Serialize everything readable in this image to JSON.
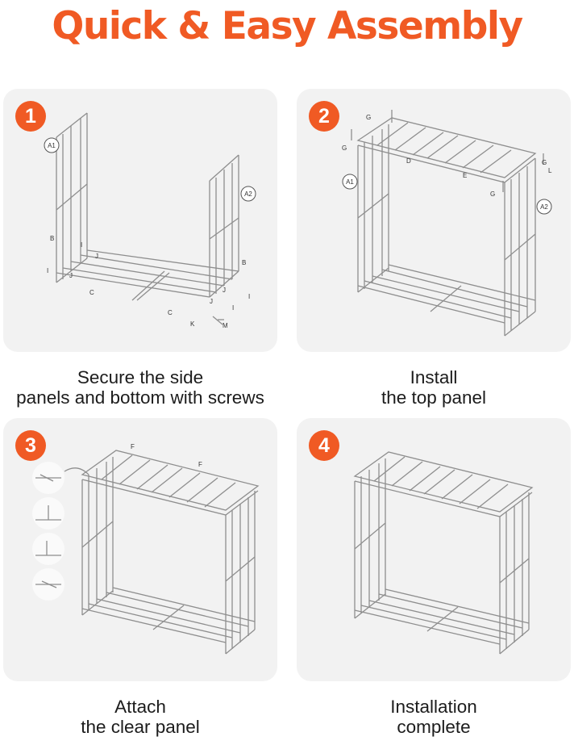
{
  "header": {
    "title": "Quick & Easy Assembly"
  },
  "colors": {
    "accent": "#f05a24",
    "panel_bg": "#f2f2f2",
    "text": "#1c1c1c"
  },
  "steps": [
    {
      "number": "1",
      "caption_line1": "Secure the side",
      "caption_line2": "panels and bottom with screws",
      "part_labels": {
        "a1": "A1",
        "a2": "A2",
        "b1": "B",
        "b2": "B",
        "c1": "C",
        "c2": "C",
        "i1": "I",
        "i2": "I",
        "i3": "I",
        "i4": "I",
        "j1": "J",
        "j2": "J",
        "j3": "J",
        "j4": "J",
        "k": "K",
        "m": "M"
      }
    },
    {
      "number": "2",
      "caption_line1": "Install",
      "caption_line2": "the top panel",
      "part_labels": {
        "a1": "A1",
        "a2": "A2",
        "d": "D",
        "e": "E",
        "g1": "G",
        "g2": "G",
        "g3": "G",
        "g4": "G",
        "l": "L"
      }
    },
    {
      "number": "3",
      "caption_line1": "Attach",
      "caption_line2": "the clear panel",
      "part_labels": {
        "f1": "F",
        "f2": "F"
      }
    },
    {
      "number": "4",
      "caption_line1": "Installation",
      "caption_line2": "complete",
      "part_labels": {}
    }
  ]
}
